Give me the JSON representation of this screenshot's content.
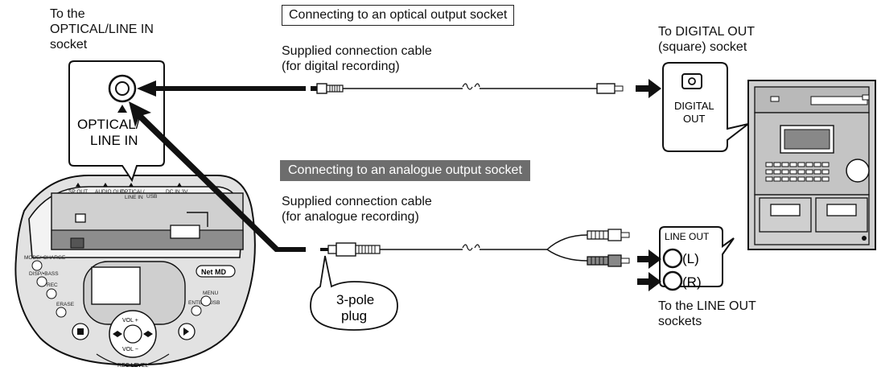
{
  "labels": {
    "optical_in_target": [
      "To the",
      "OPTICAL/LINE IN",
      "socket"
    ],
    "digital_out_target": [
      "To DIGITAL OUT",
      "(square) socket"
    ],
    "line_out_target": [
      "To the LINE OUT",
      "sockets"
    ],
    "optical_cable": [
      "Supplied connection cable",
      "(for digital recording)"
    ],
    "analogue_cable": [
      "Supplied connection cable",
      "(for analogue recording)"
    ]
  },
  "headings": {
    "optical": "Connecting to an optical output socket",
    "analogue": "Connecting to an analogue output socket"
  },
  "callouts": {
    "optical_line_in": [
      "OPTICAL/",
      "LINE IN"
    ],
    "digital_out": [
      "DIGITAL",
      "OUT"
    ],
    "line_out": "LINE OUT",
    "channel_left": "(L)",
    "channel_right": "(R)",
    "plug": [
      "3-pole",
      "plug"
    ]
  },
  "device": {
    "top_ports": [
      "SP OUT",
      "AUDIO OUT",
      "OPTICAL/\nLINE IN",
      "USB",
      "DC IN 3V"
    ],
    "left_buttons": [
      "MODE/•CHARGE",
      "DISP/•BASS",
      "REC",
      "ERASE"
    ],
    "right_buttons": [
      "MENU",
      "ENTER/•USB"
    ],
    "logo": "Net MD",
    "vol_plus": "VOL +",
    "vol_minus": "VOL −",
    "rec_level": "REC LEVEL"
  }
}
